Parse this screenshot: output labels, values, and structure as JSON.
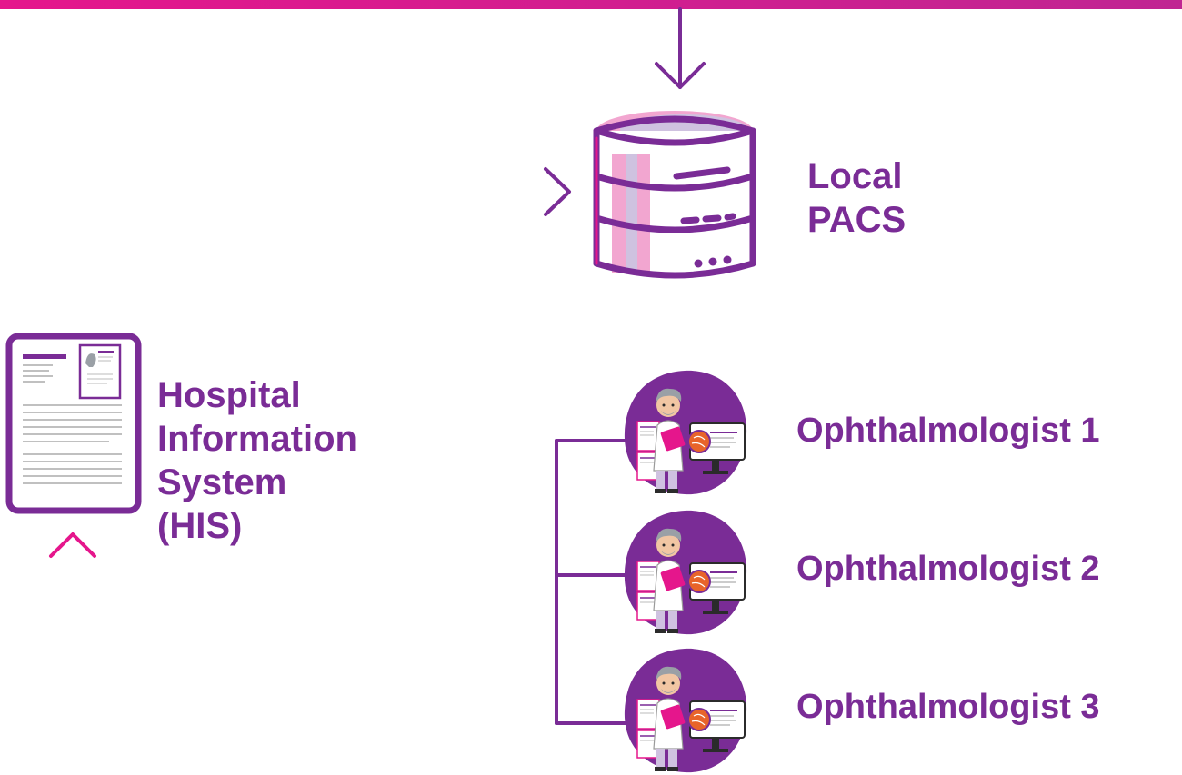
{
  "colors": {
    "magenta": "#e5168c",
    "purple": "#7a2c96",
    "pink_light": "#f2a6d0",
    "lavender": "#cfc2e0",
    "skin": "#f1c6a3",
    "eye_orange": "#e8642a"
  },
  "nodes": {
    "pacs": {
      "lines": [
        "Local",
        "PACS"
      ],
      "icon": "database-icon"
    },
    "his": {
      "lines": [
        "Hospital",
        "Information",
        "System",
        "(HIS)"
      ],
      "icon": "document-icon"
    },
    "ophthalmologists": [
      {
        "label": "Ophthalmologist 1",
        "icon": "doctor-avatar-icon"
      },
      {
        "label": "Ophthalmologist 2",
        "icon": "doctor-avatar-icon"
      },
      {
        "label": "Ophthalmologist 3",
        "icon": "doctor-avatar-icon"
      }
    ]
  }
}
